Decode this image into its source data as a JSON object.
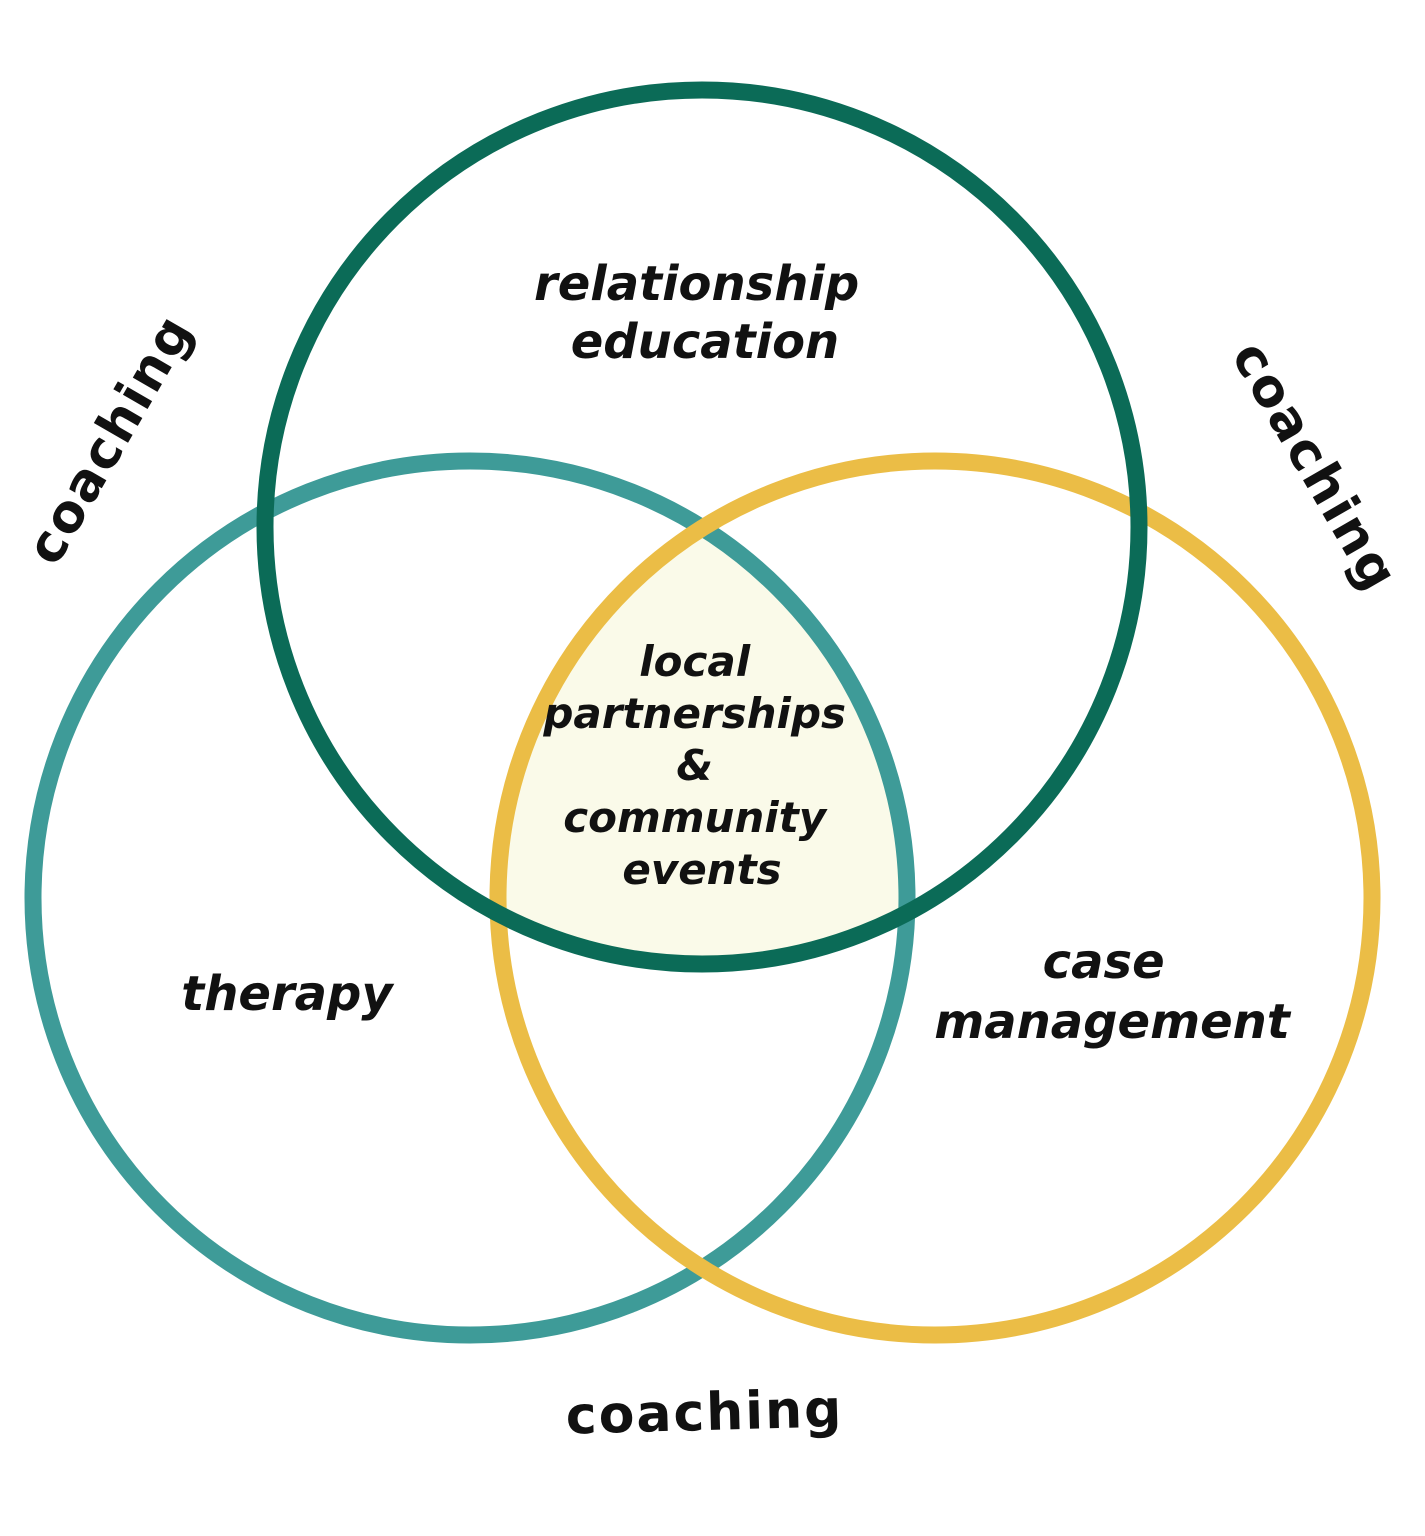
{
  "circles": {
    "top": {
      "label_lines": [
        "relationship",
        "education"
      ],
      "color": "#0b6b57"
    },
    "left": {
      "label": "therapy",
      "color": "#3e9b98"
    },
    "right": {
      "label_lines": [
        "case",
        "management"
      ],
      "color": "#ebbd46"
    }
  },
  "center": {
    "label_lines": [
      "local",
      "partnerships",
      "&",
      "community",
      "events"
    ],
    "fill": "#fafae9"
  },
  "outer_labels": {
    "top_left": "coaching",
    "top_right": "coaching",
    "bottom": "coaching"
  }
}
